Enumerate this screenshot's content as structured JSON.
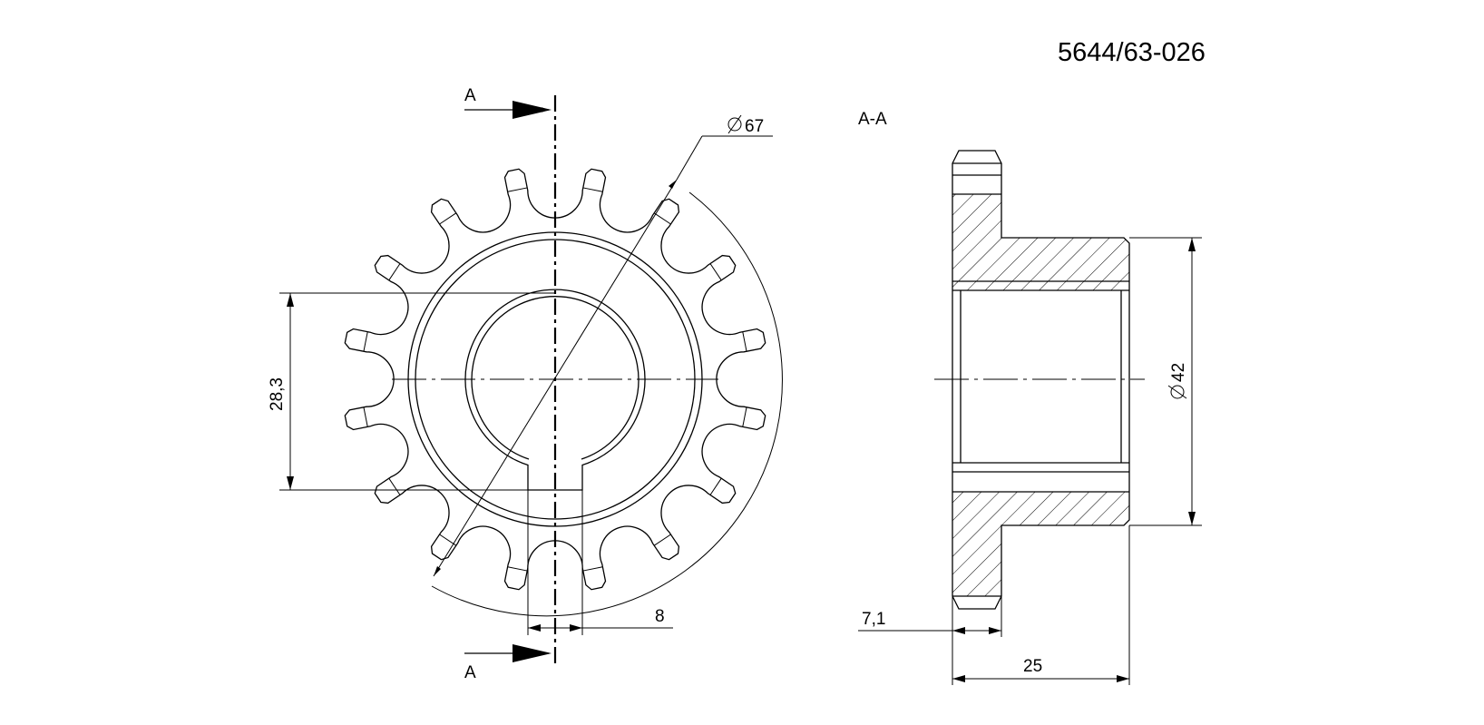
{
  "drawing": {
    "part_number": "5644/63-026",
    "section_title": "A-A",
    "cut_label_top": "A",
    "cut_label_bottom": "A",
    "dimensions": {
      "outer_diameter": "67",
      "bore_to_key": "28,3",
      "key_width": "8",
      "hub_diameter": "42",
      "plate_thickness": "7,1",
      "total_length": "25"
    },
    "sprocket": {
      "teeth": 16
    }
  }
}
